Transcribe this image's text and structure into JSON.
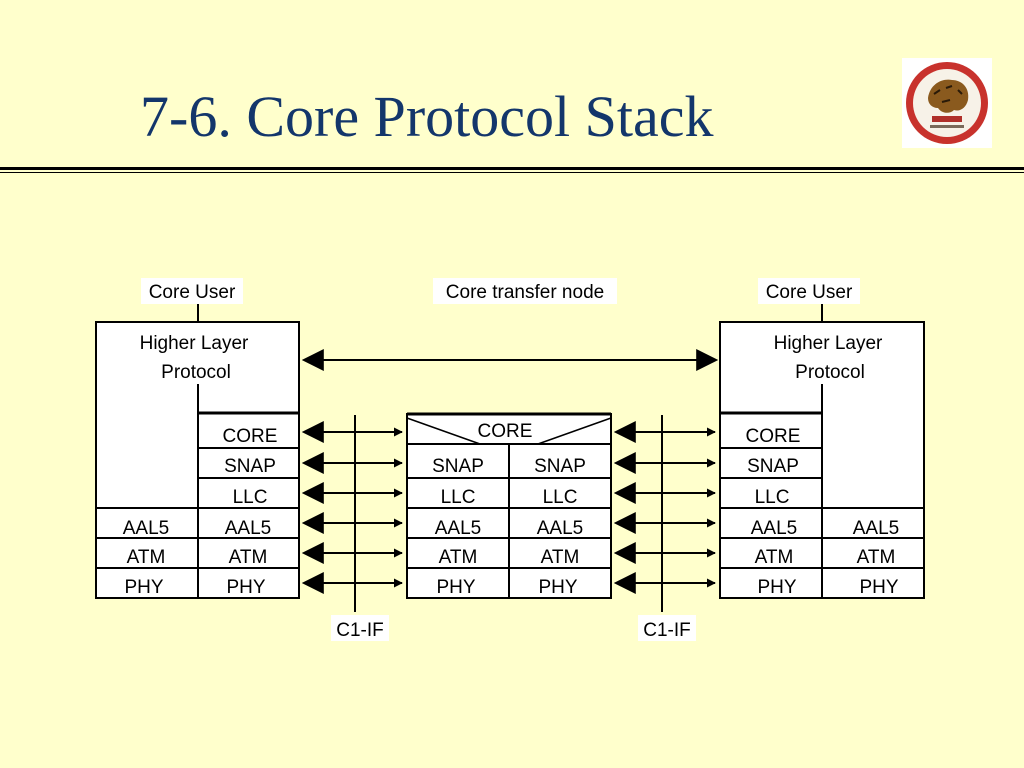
{
  "title": "7-6. Core Protocol Stack",
  "colors": {
    "background": "#ffffcc",
    "title": "#13366b",
    "logo_ring": "#c8322c"
  },
  "logo": {
    "icon": "university-seal-icon"
  },
  "left_stack": {
    "heading": "Core User",
    "higher_layer": [
      "Higher Layer",
      "Protocol"
    ],
    "right_column": [
      "CORE",
      "SNAP",
      "LLC"
    ],
    "shared_rows": [
      [
        "AAL5",
        "AAL5"
      ],
      [
        "ATM",
        "ATM"
      ],
      [
        "PHY",
        "PHY"
      ]
    ]
  },
  "middle_stack": {
    "heading": "Core transfer node",
    "core": "CORE",
    "rows": [
      [
        "SNAP",
        "SNAP"
      ],
      [
        "LLC",
        "LLC"
      ],
      [
        "AAL5",
        "AAL5"
      ],
      [
        "ATM",
        "ATM"
      ],
      [
        "PHY",
        "PHY"
      ]
    ]
  },
  "right_stack": {
    "heading": "Core User",
    "higher_layer": [
      "Higher Layer",
      "Protocol"
    ],
    "left_column": [
      "CORE",
      "SNAP",
      "LLC"
    ],
    "shared_rows": [
      [
        "AAL5",
        "AAL5"
      ],
      [
        "ATM",
        "ATM"
      ],
      [
        "PHY",
        "PHY"
      ]
    ]
  },
  "interfaces": {
    "left": "C1-IF",
    "right": "C1-IF"
  }
}
